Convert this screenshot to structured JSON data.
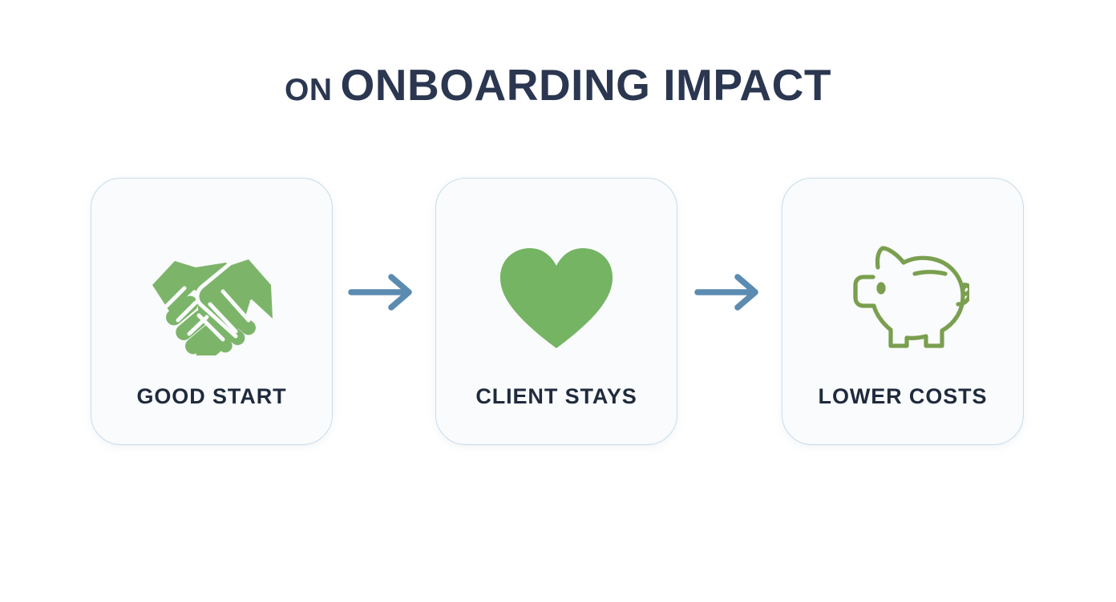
{
  "header": {
    "title_prefix": "ON",
    "title_main": "ONBOARDING IMPACT",
    "title_full": "ON ONBOARDING IMPACT",
    "title_color": "#2b3750"
  },
  "theme": {
    "page_background": "#ffffff",
    "card_background": "#fafbfc",
    "card_border_color": "#c9dcea",
    "label_color": "#1f2a3d",
    "icon_green_fill": "#74b463",
    "icon_green_stroke": "#7a9f4f",
    "arrow_color": "#5b8bb0"
  },
  "steps": [
    {
      "id": "step-1",
      "label": "GOOD START",
      "icon": "handshake-icon",
      "icon_style": "filled",
      "icon_color": "#7cb56a"
    },
    {
      "id": "step-2",
      "label": "CLIENT STAYS",
      "icon": "heart-icon",
      "icon_style": "filled",
      "icon_color": "#74b463"
    },
    {
      "id": "step-3",
      "label": "LOWER COSTS",
      "icon": "piggy-bank-icon",
      "icon_style": "outline",
      "icon_color": "#7a9f4f"
    }
  ],
  "connectors": [
    {
      "id": "connector-1",
      "icon": "arrow-right-icon",
      "color": "#5b8bb0"
    },
    {
      "id": "connector-2",
      "icon": "arrow-right-icon",
      "color": "#5b8bb0"
    }
  ]
}
